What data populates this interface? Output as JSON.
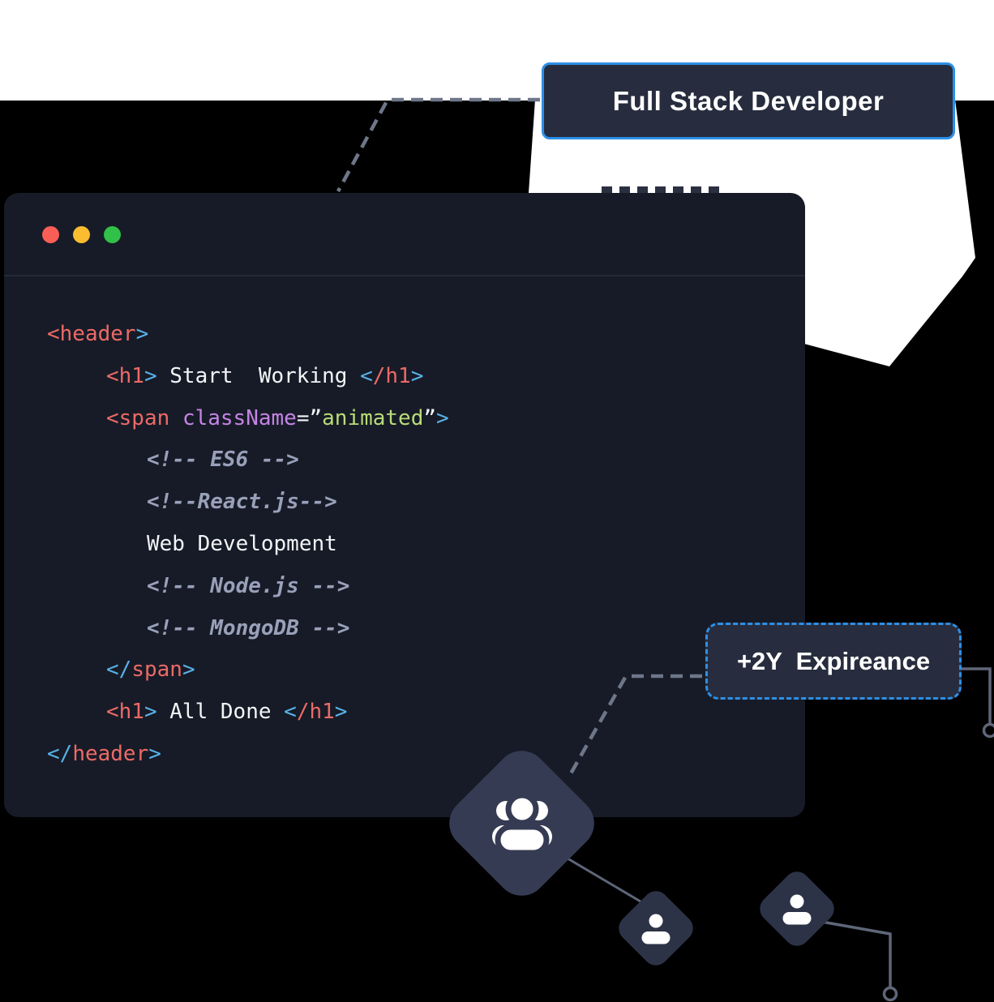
{
  "badges": {
    "full_stack": {
      "label": "Full Stack Developer"
    },
    "experience": {
      "label": "+2Y  Expireance"
    }
  },
  "window": {
    "traffic_lights": [
      {
        "name": "close-dot",
        "color": "#f85e55"
      },
      {
        "name": "minimize-dot",
        "color": "#fbbc2f"
      },
      {
        "name": "maximize-dot",
        "color": "#31c048"
      }
    ],
    "code_lines": [
      {
        "indent": 0,
        "segments": [
          {
            "t": "<header",
            "c": "tag"
          },
          {
            "t": ">",
            "c": "bracket"
          }
        ]
      },
      {
        "indent": 73,
        "segments": [
          {
            "t": "<h1",
            "c": "tag"
          },
          {
            "t": ">",
            "c": "bracket"
          },
          {
            "t": " Start  Working ",
            "c": "plain"
          },
          {
            "t": "<",
            "c": "bracket"
          },
          {
            "t": "/h1",
            "c": "tag"
          },
          {
            "t": ">",
            "c": "bracket"
          }
        ]
      },
      {
        "indent": 73,
        "segments": [
          {
            "t": "<span",
            "c": "tag"
          },
          {
            "t": " ",
            "c": "plain"
          },
          {
            "t": "className",
            "c": "attr"
          },
          {
            "t": "=”",
            "c": "plain"
          },
          {
            "t": "animated",
            "c": "value"
          },
          {
            "t": "”",
            "c": "plain"
          },
          {
            "t": ">",
            "c": "bracket"
          }
        ]
      },
      {
        "indent": 123,
        "segments": [
          {
            "t": "<!-- ES6 -->",
            "c": "comment"
          }
        ]
      },
      {
        "indent": 123,
        "segments": [
          {
            "t": "<!--React.js-->",
            "c": "comment"
          }
        ]
      },
      {
        "indent": 123,
        "segments": [
          {
            "t": "Web Development",
            "c": "plain"
          }
        ]
      },
      {
        "indent": 123,
        "segments": [
          {
            "t": "<!-- Node.js -->",
            "c": "comment"
          }
        ]
      },
      {
        "indent": 123,
        "segments": [
          {
            "t": "<!-- MongoDB -->",
            "c": "comment"
          }
        ]
      },
      {
        "indent": 73,
        "segments": [
          {
            "t": "</",
            "c": "bracket"
          },
          {
            "t": "span",
            "c": "tag"
          },
          {
            "t": ">",
            "c": "bracket"
          }
        ]
      },
      {
        "indent": 73,
        "segments": [
          {
            "t": "<h1",
            "c": "tag"
          },
          {
            "t": ">",
            "c": "bracket"
          },
          {
            "t": " All Done ",
            "c": "plain"
          },
          {
            "t": "<",
            "c": "bracket"
          },
          {
            "t": "/h1",
            "c": "tag"
          },
          {
            "t": ">",
            "c": "bracket"
          }
        ]
      },
      {
        "indent": 0,
        "segments": [
          {
            "t": "</",
            "c": "bracket"
          },
          {
            "t": "header",
            "c": "tag"
          },
          {
            "t": ">",
            "c": "bracket"
          }
        ]
      }
    ]
  },
  "icons": {
    "group_icon": "people-group",
    "person_icon_1": "person",
    "person_icon_2": "person"
  },
  "colors": {
    "bg": "#000000",
    "white": "#ffffff",
    "window-bg": "#171b27",
    "bar-divider": "#252a38",
    "badge-bg": "#272d3e",
    "accent": "#2d8fe6",
    "c-tag": "#ec6a66",
    "c-bracket": "#58b2e8",
    "c-plain": "#f3f4f7",
    "c-attr": "#c584e6",
    "c-value": "#b9dc78",
    "c-comment": "#99a1ba",
    "dash": "#6e7689",
    "line": "#5f6679",
    "diamond-big": "#353b52",
    "diamond-small": "#2d3347"
  }
}
